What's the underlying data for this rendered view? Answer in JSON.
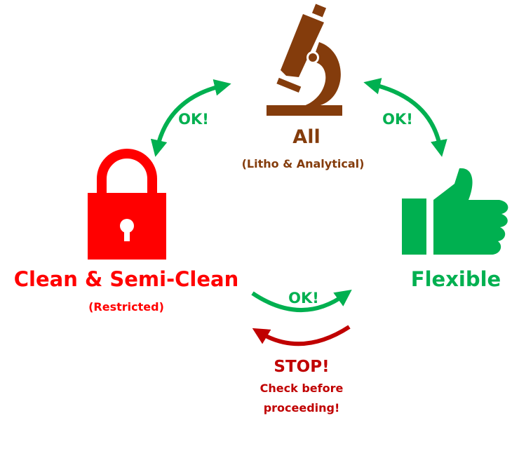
{
  "colors": {
    "brown": "#843C0C",
    "green": "#00B050",
    "red": "#FF0000",
    "dark_red": "#C00000"
  },
  "nodes": {
    "all": {
      "title": "All",
      "subtitle": "(Litho & Analytical)",
      "icon": "microscope-icon"
    },
    "clean": {
      "title": "Clean & Semi-Clean",
      "subtitle": "(Restricted)",
      "icon": "padlock-icon"
    },
    "flexible": {
      "title": "Flexible",
      "icon": "thumbs-up-icon"
    }
  },
  "edges": {
    "left_ok": "OK!",
    "right_ok": "OK!",
    "bottom_ok": "OK!",
    "stop": "STOP!",
    "stop_note_line1": "Check before",
    "stop_note_line2": "proceeding!"
  }
}
